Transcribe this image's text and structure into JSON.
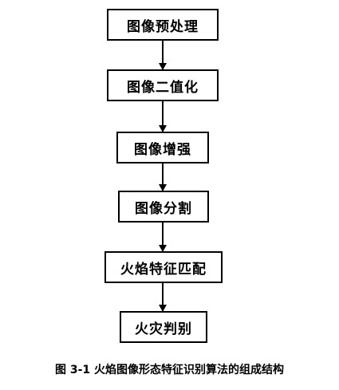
{
  "diagram": {
    "nodes": [
      {
        "id": "n1",
        "label": "图像预处理"
      },
      {
        "id": "n2",
        "label": "图像二值化"
      },
      {
        "id": "n3",
        "label": "图像增强"
      },
      {
        "id": "n4",
        "label": "图像分割"
      },
      {
        "id": "n5",
        "label": "火焰特征匹配"
      },
      {
        "id": "n6",
        "label": "火灾判别"
      }
    ],
    "edges": [
      {
        "from": "n1",
        "to": "n2"
      },
      {
        "from": "n2",
        "to": "n3"
      },
      {
        "from": "n3",
        "to": "n4"
      },
      {
        "from": "n4",
        "to": "n5"
      },
      {
        "from": "n5",
        "to": "n6"
      }
    ],
    "caption": "图 3-1  火焰图像形态特征识别算法的组成结构"
  }
}
